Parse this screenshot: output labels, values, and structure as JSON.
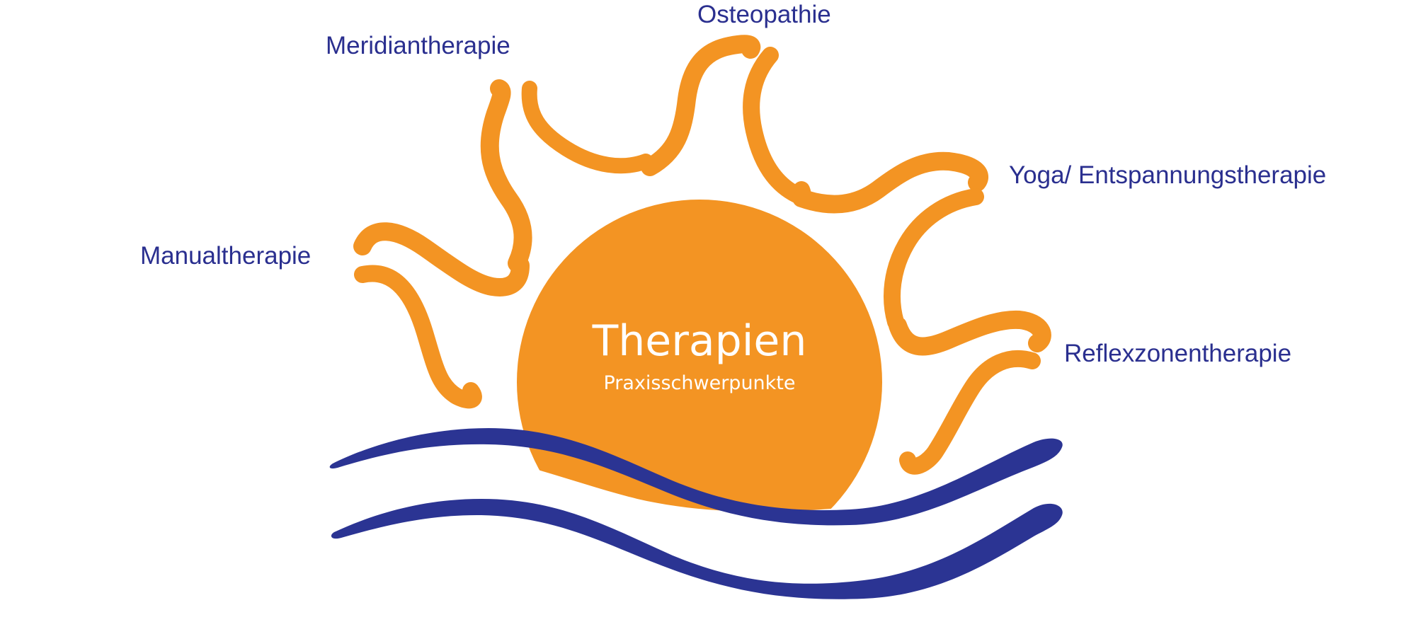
{
  "diagram": {
    "center": {
      "title": "Therapien",
      "subtitle": "Praxisschwerpunkte"
    },
    "labels": {
      "osteopathie": "Osteopathie",
      "meridiantherapie": "Meridiantherapie",
      "yoga": "Yoga/ Entspannungstherapie",
      "manualtherapie": "Manualtherapie",
      "reflexzonentherapie": "Reflexzonentherapie"
    },
    "colors": {
      "sun": "#f39423",
      "water": "#2b3493",
      "label_text": "#2a2f8f",
      "center_text": "#ffffff"
    }
  }
}
